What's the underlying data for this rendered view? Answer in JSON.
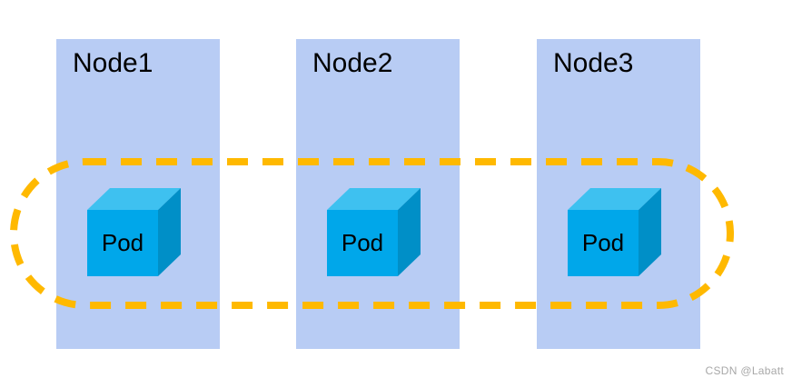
{
  "diagram": {
    "title": "daemonset-pods-diagram",
    "nodes": [
      {
        "label": "Node1",
        "pod_label": "Pod"
      },
      {
        "label": "Node2",
        "pod_label": "Pod"
      },
      {
        "label": "Node3",
        "pod_label": "Pod"
      }
    ],
    "colors": {
      "node_fill": "#b8ccf4",
      "cube_top": "#3ec1f0",
      "cube_front": "#00a7ea",
      "cube_right": "#008fc7",
      "ring": "#ffb900",
      "text": "#000000",
      "watermark": "#a8a8a8"
    },
    "watermark": "CSDN @Labatt"
  }
}
